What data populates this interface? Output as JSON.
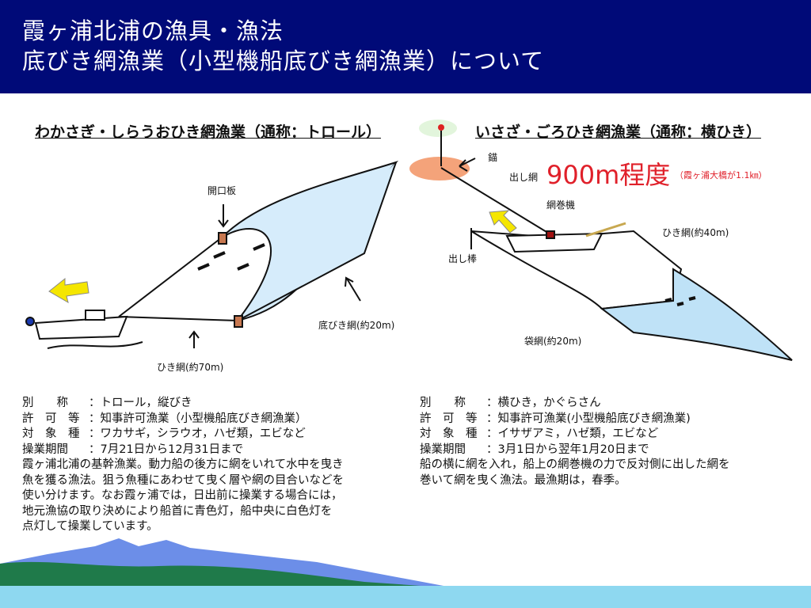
{
  "header": {
    "line1": "霞ヶ浦北浦の漁具・漁法",
    "line2": "底びき網漁業（小型機船底びき網漁業）について"
  },
  "left": {
    "title": "わかさぎ・しらうおひき網漁業（通称：トロール）",
    "labels": {
      "board": "開口板",
      "net": "底びき網(約20m)",
      "rope": "ひき網(約70m)"
    },
    "info": [
      {
        "k": "別　　称",
        "v": "：トロール，縦びき"
      },
      {
        "k": "許　可　等",
        "v": "：知事許可漁業（小型機船底びき網漁業）"
      },
      {
        "k": "対　象　種",
        "v": "：ワカサギ，シラウオ，ハゼ類，エビなど"
      },
      {
        "k": "操業期間",
        "v": "：7月21日から12月31日まで"
      }
    ],
    "desc": [
      "霞ヶ浦北浦の基幹漁業。動力船の後方に網をいれて水中を曳き",
      "魚を獲る漁法。狙う魚種にあわせて曳く層や網の目合いなどを",
      "使い分けます。なお霞ヶ浦では，日出前に操業する場合には，",
      "地元漁協の取り決めにより船首に青色灯，船中央に白色灯を",
      "点灯して操業しています。"
    ]
  },
  "right": {
    "title": "いさざ・ごろひき網漁業（通称：横ひき）",
    "labels": {
      "anchor": "錨",
      "outline": "出し網",
      "distance": "900m程度",
      "distance_note": "（霞ヶ浦大橋が1.1㎞）",
      "winch": "網巻機",
      "rope": "ひき網(約40m)",
      "pole": "出し棒",
      "bag": "袋網(約20m)"
    },
    "info": [
      {
        "k": "別　　称",
        "v": "：横ひき，かぐらさん"
      },
      {
        "k": "許　可　等",
        "v": "：知事許可漁業(小型機船底びき網漁業)"
      },
      {
        "k": "対　象　種",
        "v": "：イサザアミ，ハゼ類，エビなど"
      },
      {
        "k": "操業期間",
        "v": "：3月1日から翌年1月20日まで"
      }
    ],
    "desc": [
      "船の横に網を入れ，船上の網巻機の力で反対側に出した網を",
      "巻いて網を曳く漁法。最漁期は，春季。"
    ]
  },
  "colors": {
    "header": "#000a78",
    "accent": "#e0202a",
    "net": "#d6ecfb",
    "arrow": "#f5e600"
  }
}
